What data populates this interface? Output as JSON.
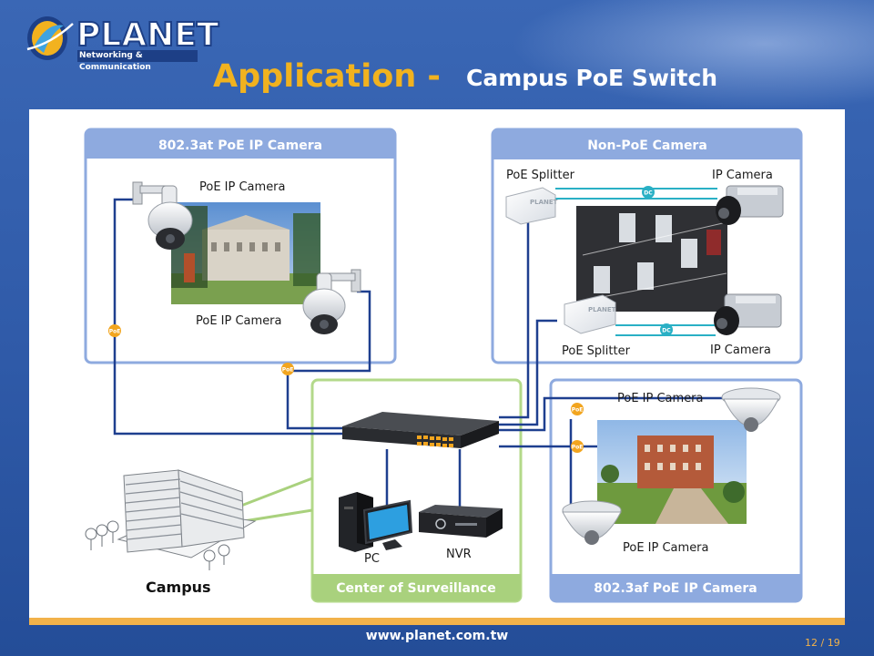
{
  "logo": {
    "name": "PLANET",
    "tagline": "Networking & Communication"
  },
  "title": {
    "main": "Application -",
    "sub": "Campus PoE Switch"
  },
  "groups": {
    "at": {
      "title": "802.3at PoE IP Camera",
      "camera_top": "PoE IP Camera",
      "camera_bottom": "PoE IP Camera"
    },
    "nonpoe": {
      "title": "Non-PoE Camera",
      "splitter_top": "PoE Splitter",
      "camera_top": "IP Camera",
      "splitter_bottom": "PoE Splitter",
      "camera_bottom": "IP Camera"
    },
    "af": {
      "title": "802.3af PoE IP Camera",
      "camera_top": "PoE IP Camera",
      "camera_bottom": "PoE IP Camera"
    },
    "center": {
      "title": "Center of Surveillance",
      "pc": "PC",
      "nvr": "NVR"
    },
    "campus": {
      "label": "Campus"
    }
  },
  "badges": {
    "poe": "PoE",
    "dc": "DC"
  },
  "colors": {
    "group_blue": "#7f9fd8",
    "group_green": "#a9d17d",
    "link_blue": "#1e3f8f",
    "link_teal": "#2ab0c5",
    "poe_badge": "#f2a51f"
  },
  "footer": {
    "url": "www.planet.com.tw",
    "page": "12 / 19"
  }
}
